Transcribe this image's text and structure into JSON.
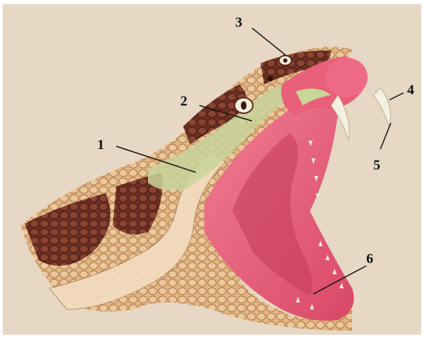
{
  "labels": {
    "l1": "1",
    "l2": "2",
    "l3": "3",
    "l4": "4",
    "l5": "5",
    "l6": "6"
  },
  "colors": {
    "background": "#e6d8c4",
    "mouth": "#e8607a",
    "scale_light": "#e6c08f",
    "scale_dark": "#7a3a2a",
    "ventral": "#c9d79c"
  }
}
